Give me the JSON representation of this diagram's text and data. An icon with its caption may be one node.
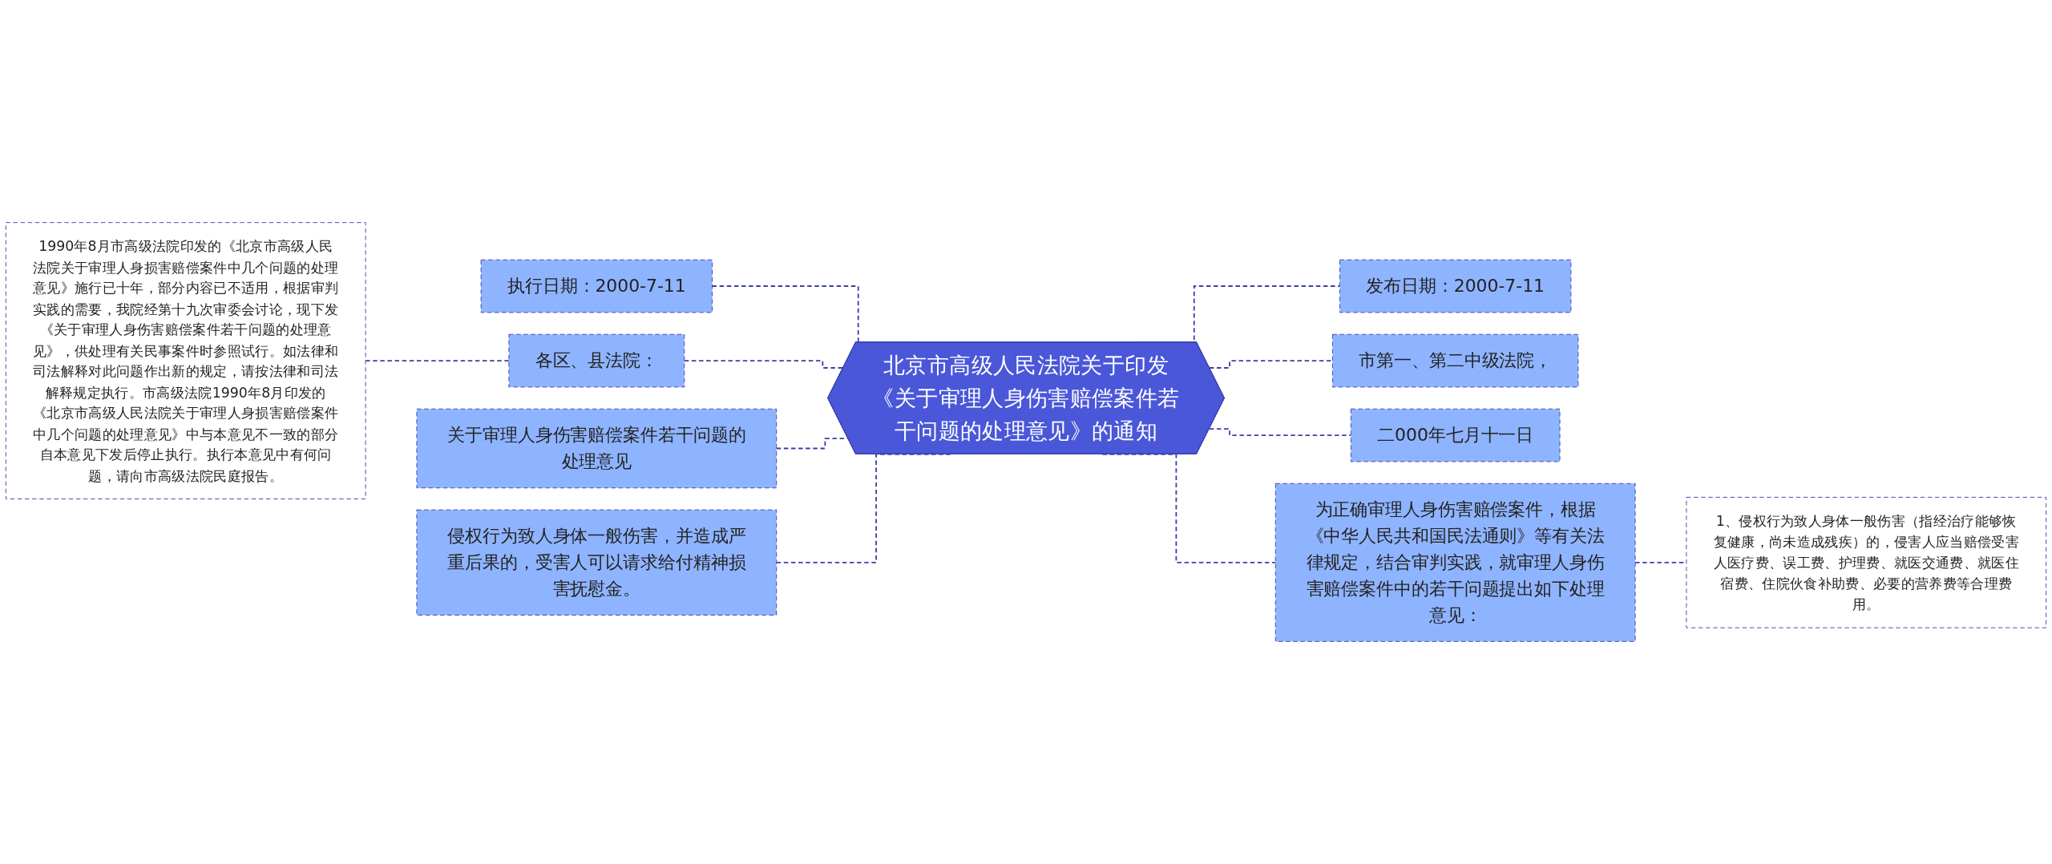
{
  "diagram": {
    "nodes": [
      {
        "text": [
          "北京市高级人民法院关于印发《关于审理人身伤害赔偿案件若干问题的处理意见》的通知"
        ]
      },
      {
        "text": [
          "执行日期：2000-7-11"
        ]
      },
      {
        "text": [
          "各区、县法院："
        ]
      },
      {
        "text": [
          "1990年8月市高级法院印发的《北京市高级人民法院关于审理人身损害赔偿案件中几个问题的处理意见》施行已十年，部分内容已不适用，根据审判实践的需要，我院经第十九次审委会讨论，现下发《关于审理人身伤害赔偿案件若干问题的处理意见》，供处理有关民事案件时参照试行。如法律和司法解释对此问题作出新的规定，请按法律和司法解释规定执行。市高级法院1990年8月印发的《北京市高级人民法院关于审理人身损害赔偿案件中几个问题的处理意见》中与本意见不一致的部分自本意见下发后停止执行。执行本意见中有何问题，请向市高级法院民庭报告。"
        ]
      },
      {
        "text": [
          "关于审理人身伤害赔偿案件若干问题的处理意见"
        ]
      },
      {
        "text": [
          "侵权行为致人身体一般伤害，并造成严重后果的，受害人可以请求给付精神损害抚慰金。"
        ]
      },
      {
        "text": [
          "发布日期：2000-7-11"
        ]
      },
      {
        "text": [
          "市第一、第二中级法院，"
        ]
      },
      {
        "text": [
          "二000年七月十一日"
        ]
      },
      {
        "text": [
          "为正确审理人身伤害赔偿案件，根据《中华人民共和国民法通则》等有关法律规定，结合审判实践，就审理人身伤害赔偿案件中的若干问题提出如下处理意见："
        ]
      },
      {
        "text": [
          "1、侵权行为致人身体一般伤害（指经治疗能够恢复健康，尚未造成残疾）的，侵害人应当赔偿受害人医疗费、误工费、护理费、就医交通费、就医住宿费、住院伙食补助费、必要的营养费等合理费用。"
        ]
      }
    ],
    "edges": [
      {
        "from": 0,
        "to": 1,
        "arrow": "none",
        "style": "dashed"
      },
      {
        "from": 0,
        "to": 2,
        "arrow": "none",
        "style": "dashed"
      },
      {
        "from": 2,
        "to": 3,
        "arrow": "none",
        "style": "dashed"
      },
      {
        "from": 0,
        "to": 4,
        "arrow": "none",
        "style": "dashed"
      },
      {
        "from": 0,
        "to": 5,
        "arrow": "none",
        "style": "dashed"
      },
      {
        "from": 0,
        "to": 6,
        "arrow": "none",
        "style": "dashed"
      },
      {
        "from": 0,
        "to": 7,
        "arrow": "none",
        "style": "dashed"
      },
      {
        "from": 0,
        "to": 8,
        "arrow": "none",
        "style": "dashed"
      },
      {
        "from": 0,
        "to": 9,
        "arrow": "none",
        "style": "dashed"
      },
      {
        "from": 9,
        "to": 10,
        "arrow": "none",
        "style": "dashed"
      }
    ]
  }
}
